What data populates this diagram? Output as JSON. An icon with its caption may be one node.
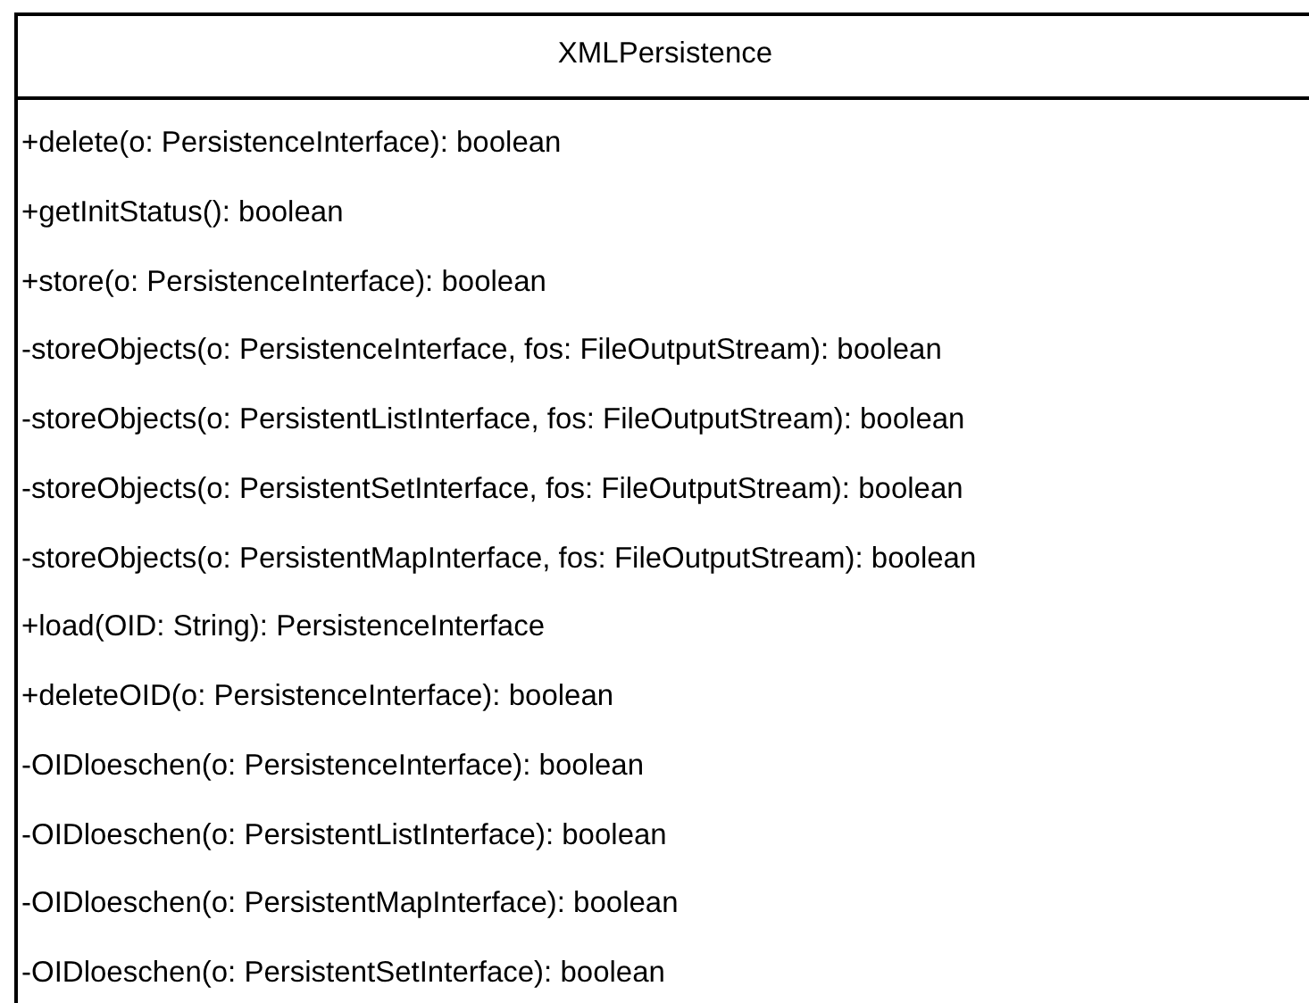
{
  "diagram": {
    "nodes": [
      {
        "text": [
          "XMLPersistence",
          "+delete(o: PersistenceInterface): boolean",
          "+getInitStatus(): boolean",
          "+store(o: PersistenceInterface): boolean",
          "-storeObjects(o: PersistenceInterface, fos: FileOutputStream): boolean",
          "-storeObjects(o: PersistentListInterface, fos: FileOutputStream): boolean",
          "-storeObjects(o: PersistentSetInterface, fos: FileOutputStream): boolean",
          "-storeObjects(o: PersistentMapInterface, fos: FileOutputStream): boolean",
          "+load(OID: String): PersistenceInterface",
          "+deleteOID(o: PersistenceInterface): boolean",
          "-OIDloeschen(o: PersistenceInterface): boolean",
          "-OIDloeschen(o: PersistentListInterface): boolean",
          "-OIDloeschen(o: PersistentMapInterface): boolean",
          "-OIDloeschen(o: PersistentSetInterface): boolean"
        ]
      }
    ]
  }
}
